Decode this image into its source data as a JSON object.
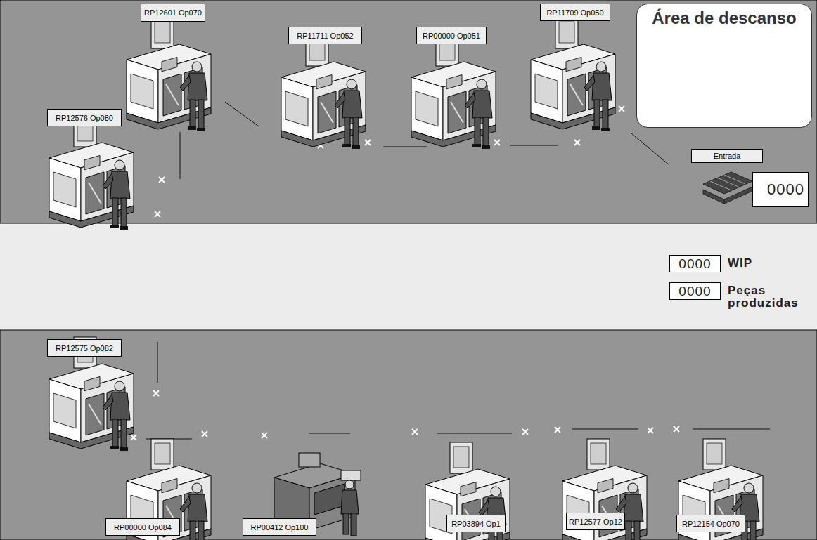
{
  "diagram": {
    "nodes": [
      {
        "text": [
          "RP12601 Op070"
        ]
      },
      {
        "text": [
          "RP11711 Op052"
        ]
      },
      {
        "text": [
          "RP00000 Op051"
        ]
      },
      {
        "text": [
          "RP11709 Op050"
        ]
      },
      {
        "text": [
          "RP12576 Op080"
        ]
      },
      {
        "text": [
          "Área de descanso"
        ]
      },
      {
        "text": [
          "Entrada"
        ]
      },
      {
        "text": [
          "0000"
        ]
      },
      {
        "text": [
          "0000",
          "WIP"
        ]
      },
      {
        "text": [
          "0000",
          "Peças produzidas"
        ]
      },
      {
        "text": [
          "RP12575 Op082"
        ]
      },
      {
        "text": [
          "RP00000 Op084"
        ]
      },
      {
        "text": [
          "RP00412 Op100"
        ]
      },
      {
        "text": [
          "RP03894 Op1"
        ]
      },
      {
        "text": [
          "RP12577 Op12"
        ]
      },
      {
        "text": [
          "RP12154 Op070"
        ]
      }
    ]
  }
}
